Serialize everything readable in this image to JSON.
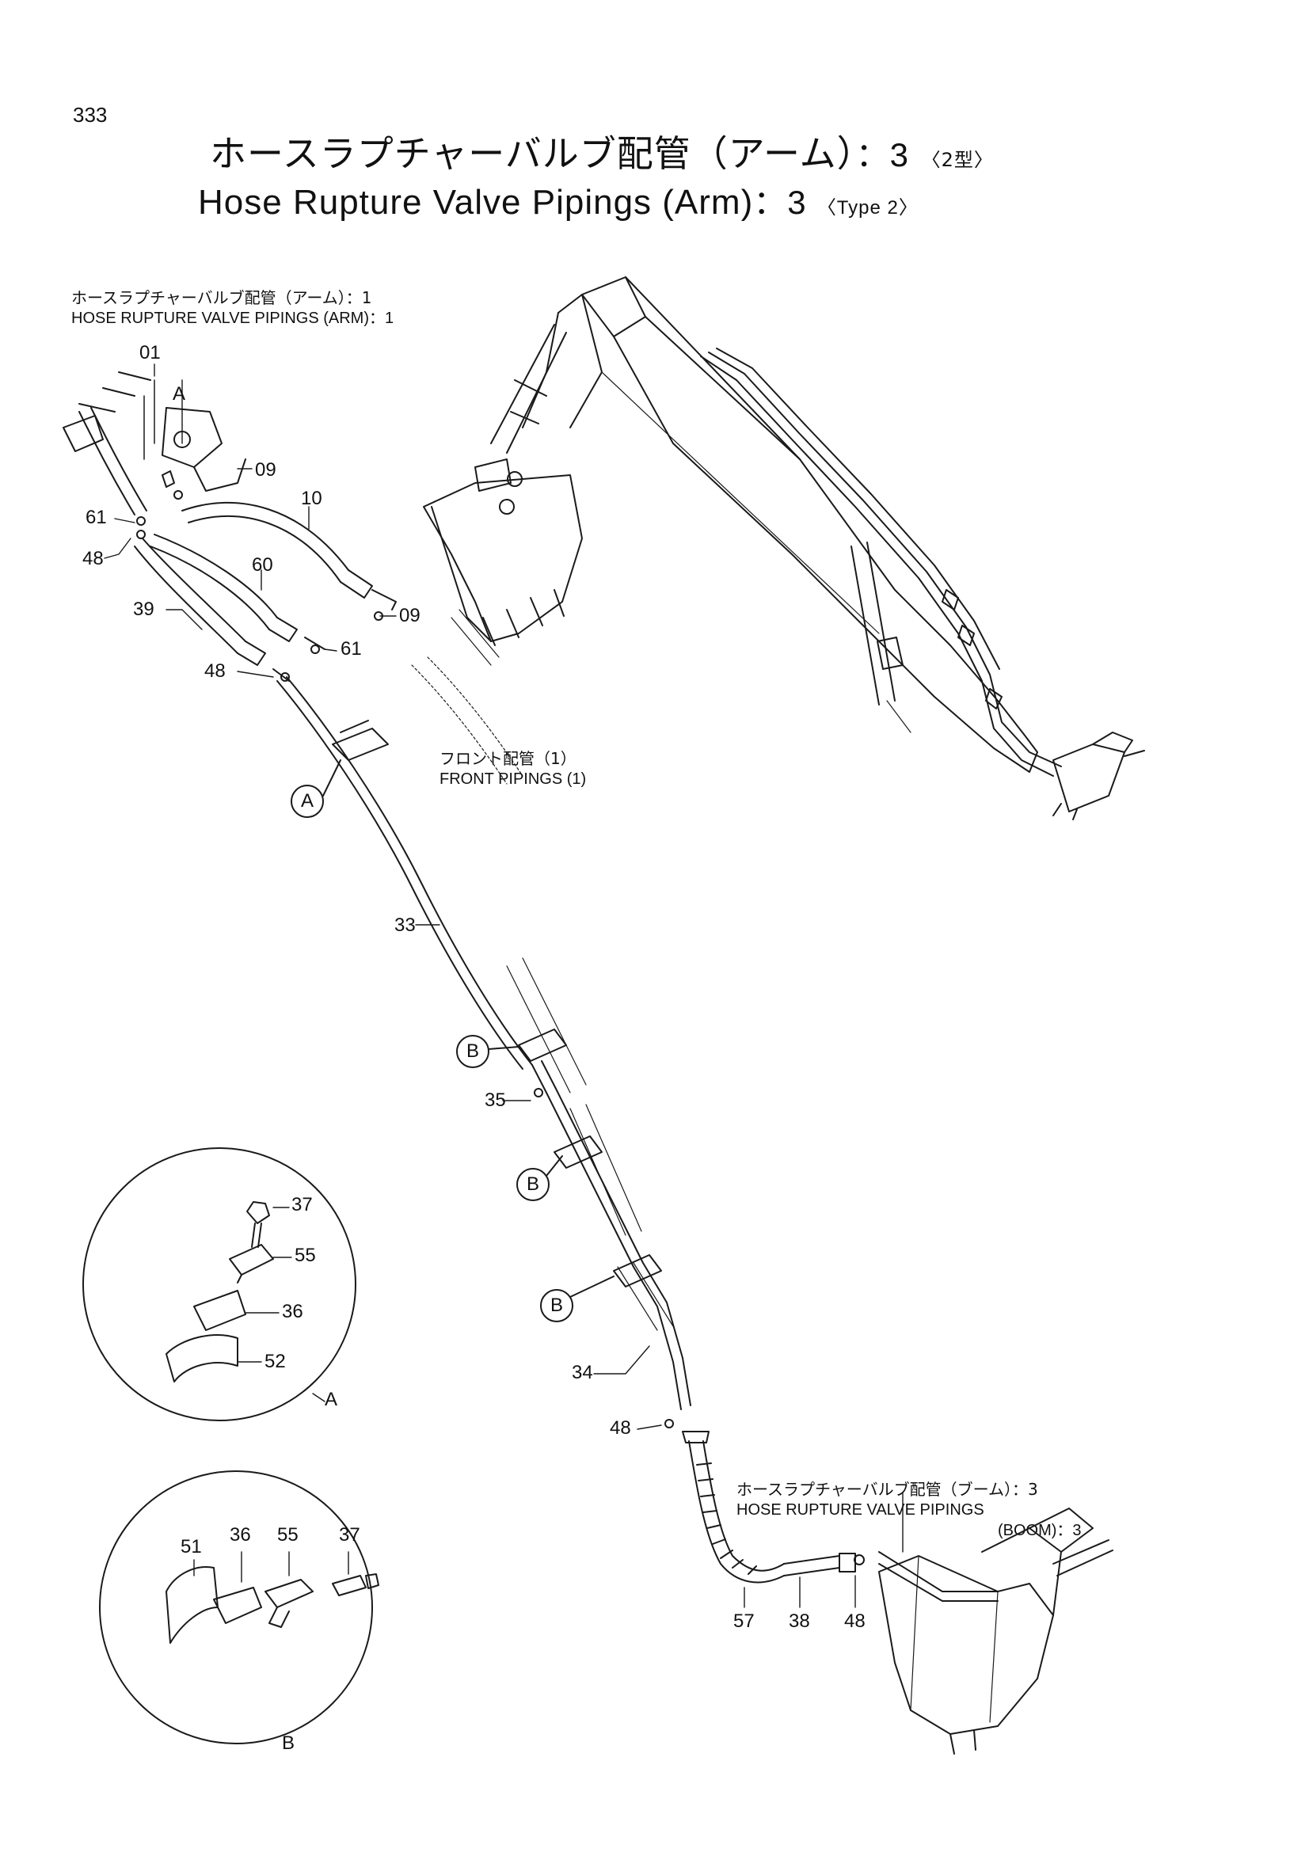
{
  "page": {
    "number": "333"
  },
  "title": {
    "jp": "ホースラプチャーバルブ配管（アーム）",
    "jp_suffix": "：3",
    "jp_type": "〈2型〉",
    "en": "Hose Rupture Valve Pipings (Arm)",
    "en_suffix": "：3",
    "en_type": "〈Type 2〉"
  },
  "references": {
    "arm1_jp": "ホースラプチャーバルブ配管（アーム）：1",
    "arm1_en": "HOSE RUPTURE VALVE PIPINGS (ARM)：1",
    "front_jp": "フロント配管（1）",
    "front_en": "FRONT PIPINGS (1)",
    "boom3_jp": "ホースラプチャーバルブ配管（ブーム）：3",
    "boom3_en_line1": "HOSE RUPTURE VALVE PIPINGS",
    "boom3_en_line2": "(BOOM)：3"
  },
  "callouts": {
    "c01": "01",
    "cA_top": "A",
    "c09_top": "09",
    "c10": "10",
    "c61_left": "61",
    "c48_left": "48",
    "c60": "60",
    "c09_mid": "09",
    "c39": "39",
    "c61_mid": "61",
    "c48_mid": "48",
    "c33": "33",
    "c35": "35",
    "c34": "34",
    "c48_low": "48",
    "c57": "57",
    "c38": "38",
    "c48_bottom": "48",
    "detA_37": "37",
    "detA_55": "55",
    "detA_36": "36",
    "detA_52": "52",
    "detB_51": "51",
    "detB_36": "36",
    "detB_55": "55",
    "detB_37": "37"
  },
  "markers": {
    "A": "A",
    "B1": "B",
    "B2": "B",
    "B3": "B"
  },
  "details": {
    "A_label": "A",
    "B_label": "B"
  }
}
